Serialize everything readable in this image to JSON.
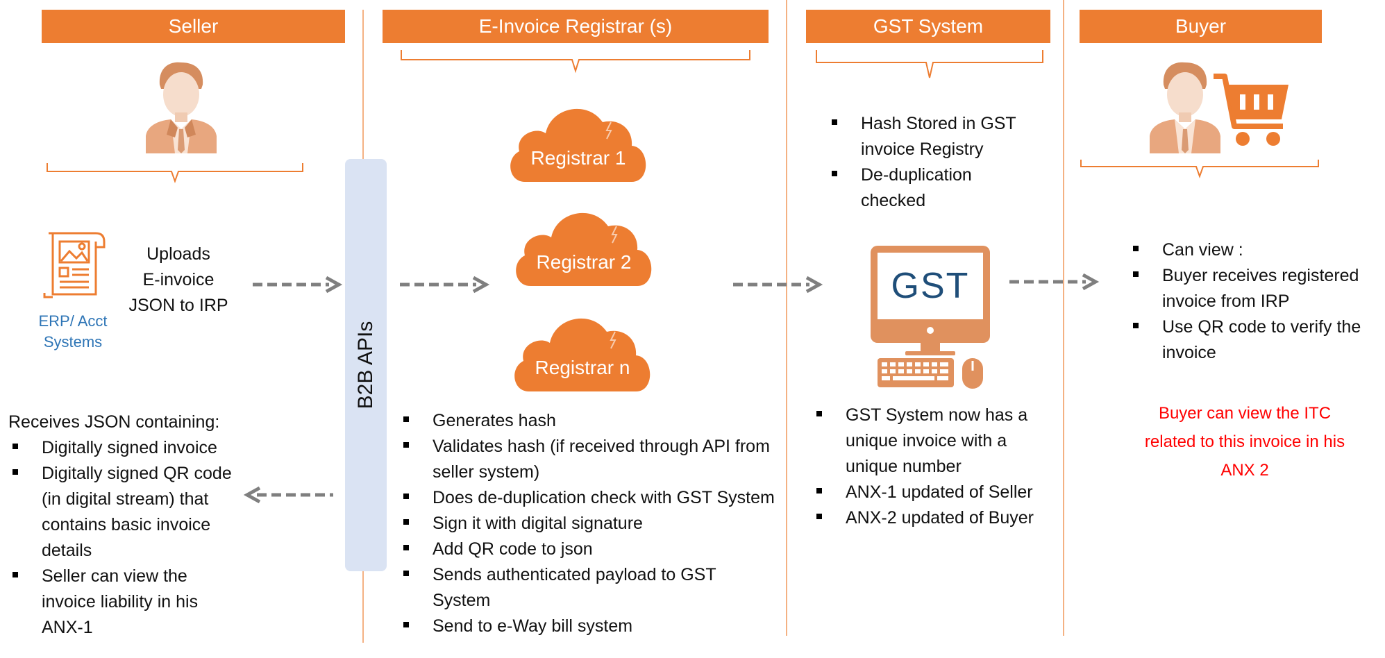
{
  "headers": {
    "seller": "Seller",
    "registrar": "E-Invoice Registrar (s)",
    "gst": "GST System",
    "buyer": "Buyer"
  },
  "seller": {
    "erp_label_line1": "ERP/ Acct",
    "erp_label_line2": "Systems",
    "uploads_line1": "Uploads",
    "uploads_line2": "E-invoice",
    "uploads_line3": "JSON to IRP",
    "receives_title": "Receives JSON containing:",
    "receives_items": [
      "Digitally signed invoice",
      "Digitally signed QR code (in digital stream) that contains basic invoice details",
      "Seller can view the invoice liability in his ANX-1"
    ]
  },
  "b2b_label": "B2B APIs",
  "registrars": [
    "Registrar 1",
    "Registrar 2",
    "Registrar n"
  ],
  "registrar_steps": [
    "Generates hash",
    "Validates hash (if received through API from seller system)",
    "Does de-duplication check with GST System",
    "Sign it with digital signature",
    "Add QR code to json",
    "Sends authenticated payload to GST System",
    "Send to e-Way bill system"
  ],
  "gst": {
    "top_items": [
      "Hash Stored in GST invoice Registry",
      "De-duplication checked"
    ],
    "screen_text": "GST",
    "bottom_items": [
      "GST System now has a unique invoice with a unique number",
      "ANX-1 updated of Seller",
      "ANX-2 updated of Buyer"
    ]
  },
  "buyer": {
    "items": [
      "Can view :",
      "Buyer receives registered invoice from IRP",
      "Use QR code to verify the invoice"
    ],
    "itc_line1": "Buyer can view the ITC",
    "itc_line2": "related to this invoice in his",
    "itc_line3": "ANX 2"
  },
  "colors": {
    "accent": "#ED7D31",
    "figure": "#E8A77F",
    "api_bar": "#DAE3F3",
    "arrow": "#7F7F7F",
    "erp_label": "#2E75B6",
    "itc_text": "#FF0000",
    "gst_screen_text": "#1F4E79"
  }
}
